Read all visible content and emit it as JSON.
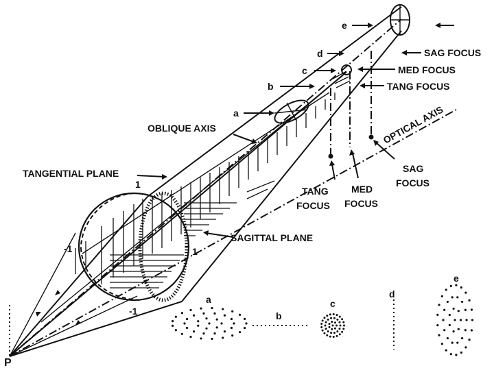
{
  "labels": {
    "oblique_axis": "OBLIQUE AXIS",
    "tangential_plane": "TANGENTIAL PLANE",
    "sagittal_plane": "SAGITTAL PLANE",
    "optical_axis": "OPTICAL AXIS",
    "sag_focus_top": "SAG FOCUS",
    "med_focus_top": "MED FOCUS",
    "tang_focus_top": "TANG FOCUS",
    "tang_focus_bottom_1": "TANG",
    "tang_focus_bottom_2": "FOCUS",
    "med_focus_bottom_1": "MED",
    "med_focus_bottom_2": "FOCUS",
    "sag_focus_bottom_1": "SAG",
    "sag_focus_bottom_2": "FOCUS",
    "point_p": "P",
    "pupil_top": "1",
    "pupil_left": "-1",
    "pupil_right": "1",
    "pupil_bottom": "-1",
    "section_a": "a",
    "section_b": "b",
    "section_c": "c",
    "section_d": "d",
    "section_e": "e"
  },
  "spot_diagrams": {
    "a": "a",
    "b": "b",
    "c": "c",
    "d": "d",
    "e": "e"
  }
}
